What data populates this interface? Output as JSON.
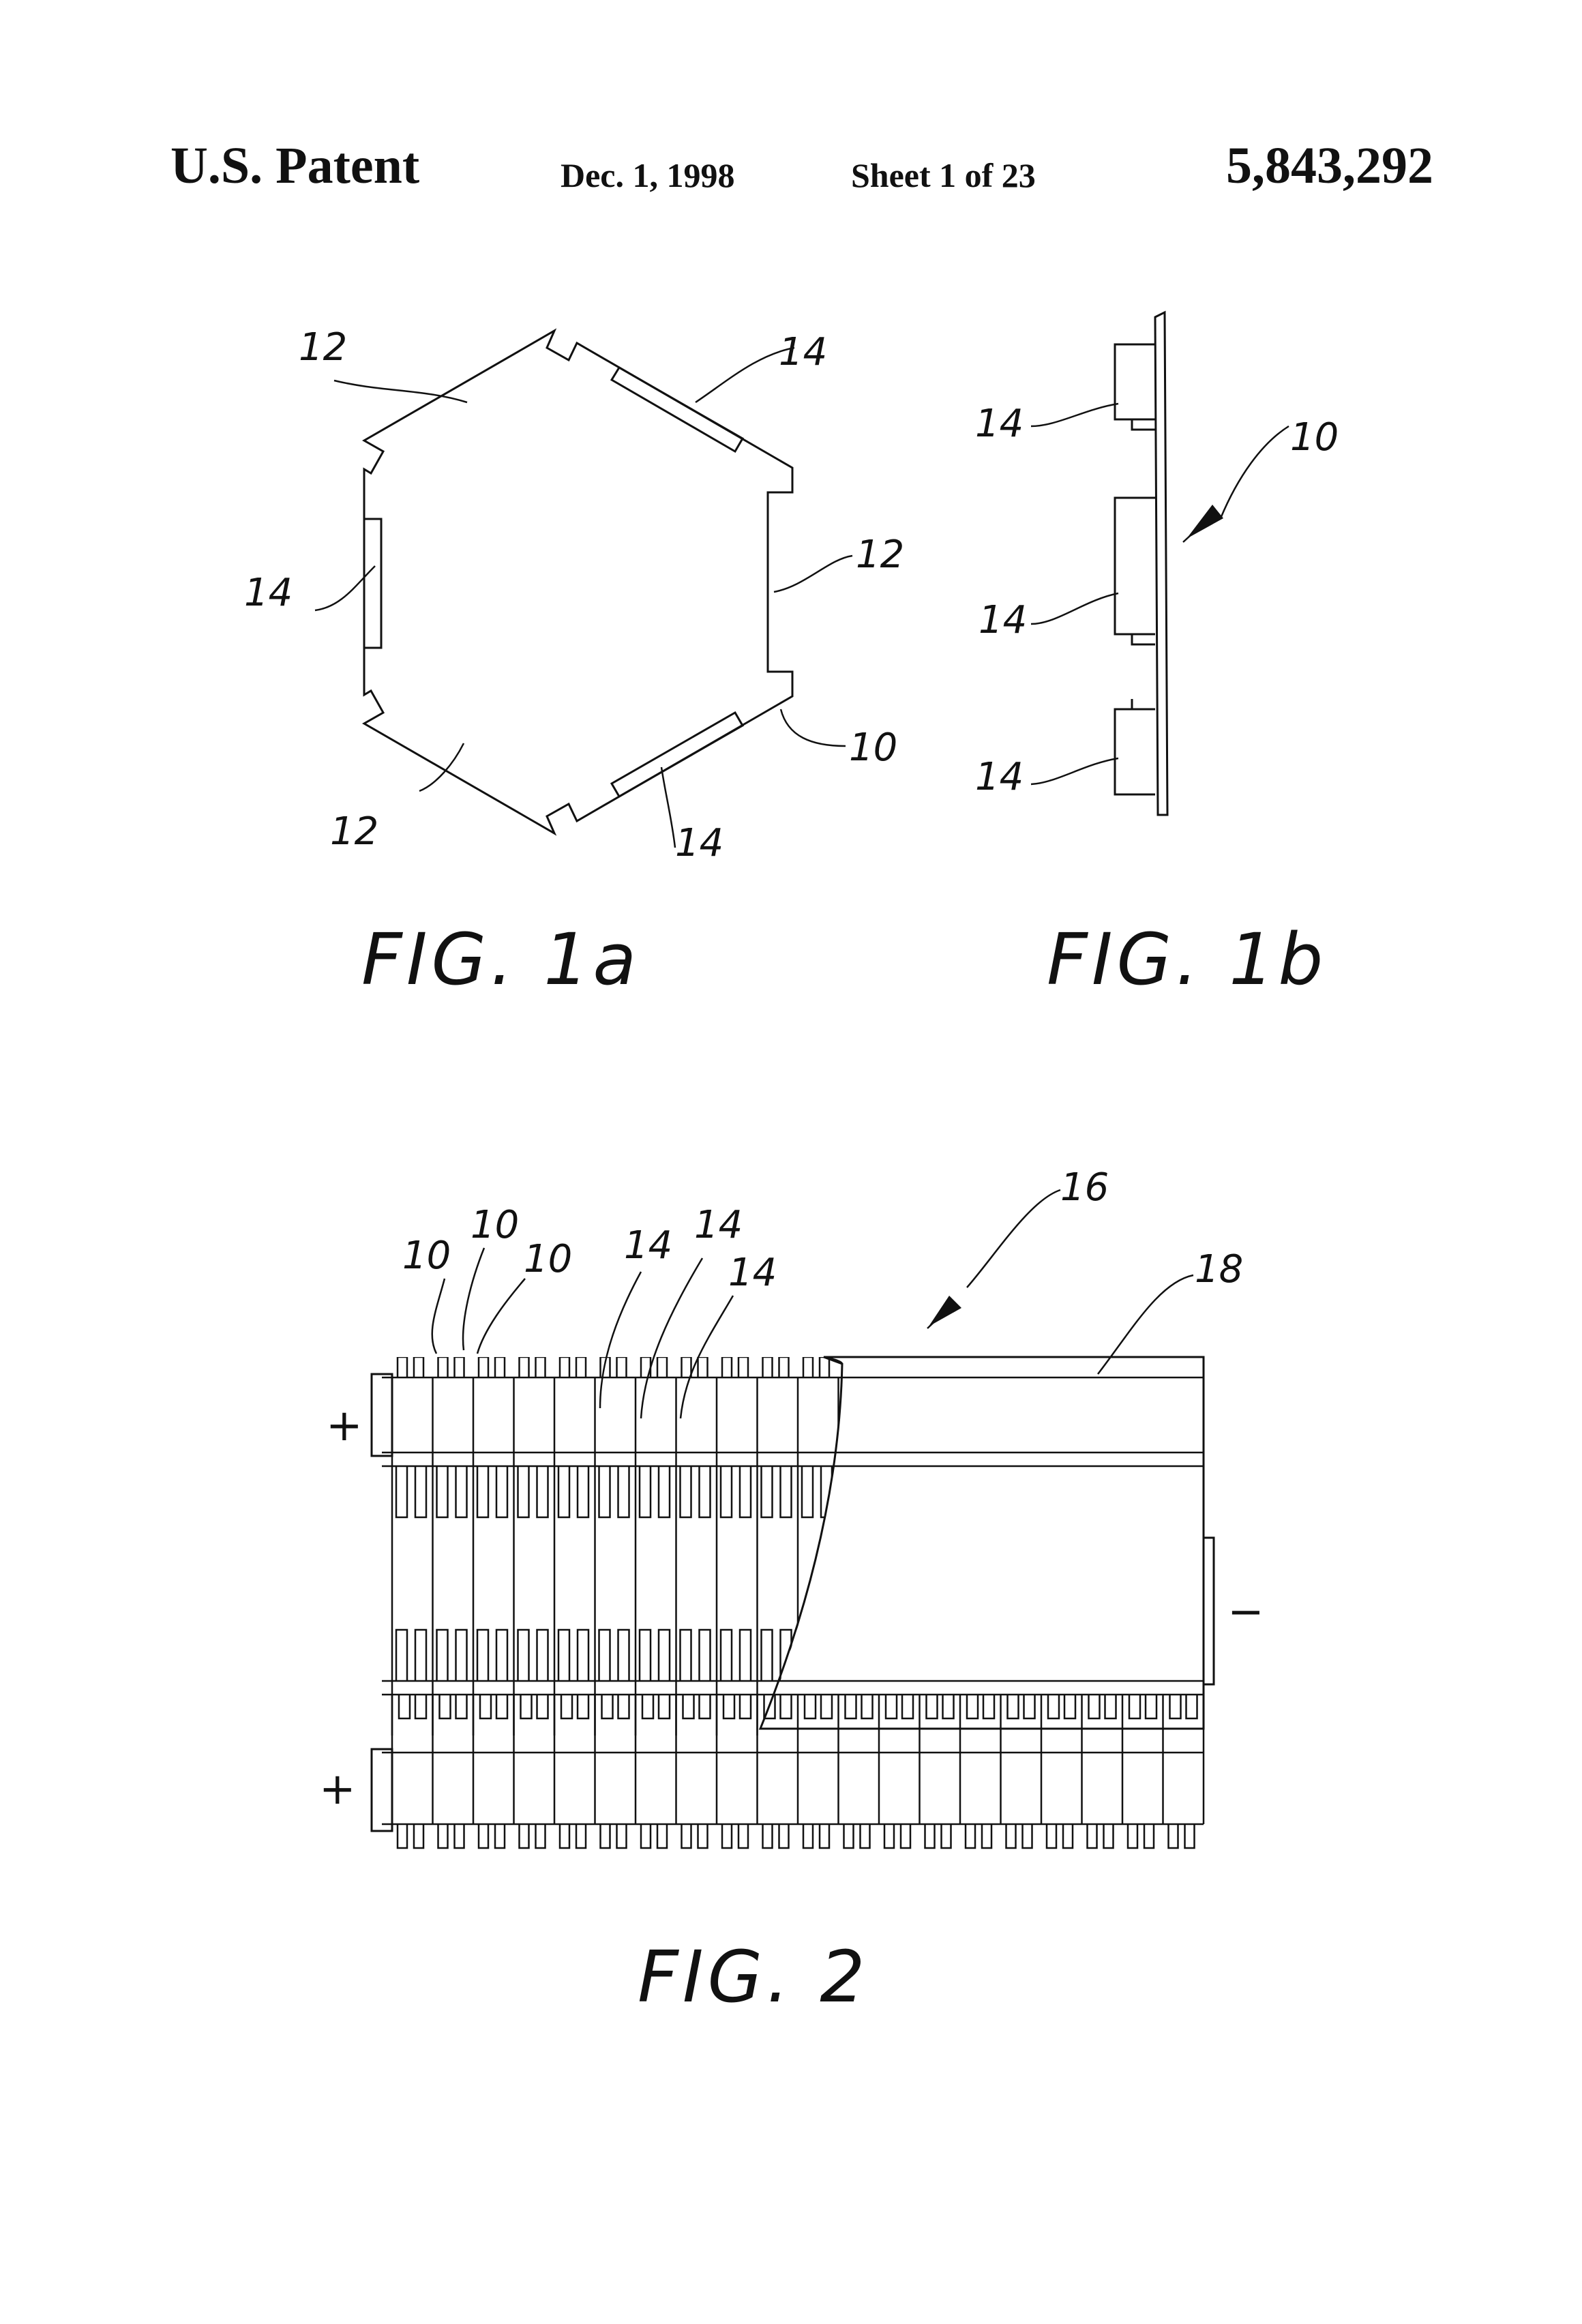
{
  "header": {
    "left": "U.S. Patent",
    "date": "Dec. 1, 1998",
    "sheet": "Sheet 1 of 23",
    "patent_number": "5,843,292"
  },
  "fig1a": {
    "caption": "FIG. 1a",
    "labels": {
      "l12_top": "12",
      "l14_top": "14",
      "l14_left": "14",
      "l12_right": "12",
      "l10": "10",
      "l12_bottom": "12",
      "l14_bottom": "14"
    }
  },
  "fig1b": {
    "caption": "FIG. 1b",
    "labels": {
      "l14_a": "14",
      "l14_b": "14",
      "l14_c": "14",
      "l10": "10"
    }
  },
  "fig2": {
    "caption": "FIG. 2",
    "labels": {
      "l10_a": "10",
      "l10_b": "10",
      "l10_c": "10",
      "l14_a": "14",
      "l14_b": "14",
      "l14_c": "14",
      "l16": "16",
      "l18": "18"
    },
    "terminals": {
      "plus_top": "+",
      "plus_bottom": "+",
      "minus": "−"
    }
  }
}
